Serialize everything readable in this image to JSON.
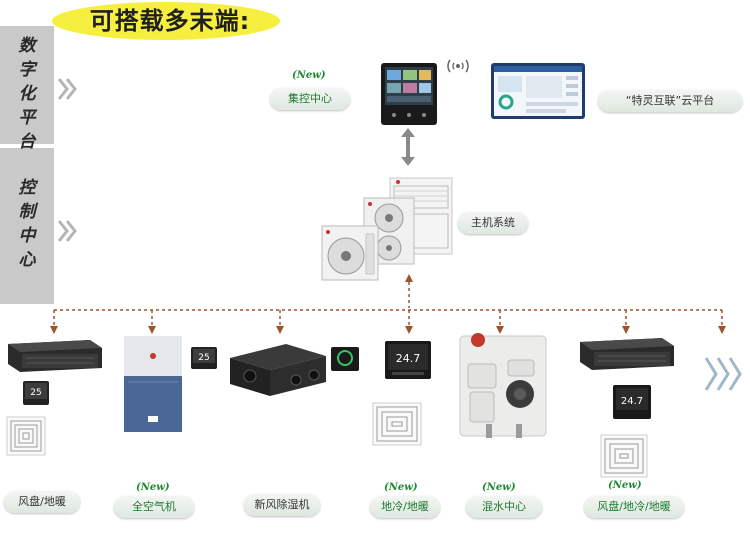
{
  "title": "可搭载多末端:",
  "side_labels": {
    "digital_platform": [
      "数",
      "字",
      "化",
      "平",
      "台"
    ],
    "control_center": [
      "控",
      "制",
      "中",
      "心"
    ]
  },
  "new_tag": "(New)",
  "central_control": "集控中心",
  "cloud_platform": "“特灵互联”云平台",
  "main_system": "主机系统",
  "terminals": [
    {
      "label": "风盘/地暖",
      "is_new": false
    },
    {
      "label": "全空气机",
      "is_new": true
    },
    {
      "label": "新风除湿机",
      "is_new": false
    },
    {
      "label": "地冷/地暖",
      "is_new": true
    },
    {
      "label": "混水中心",
      "is_new": true
    },
    {
      "label": "风盘/地冷/地暖",
      "is_new": true
    }
  ],
  "thermostat_readings": [
    "25",
    "25",
    "24.7",
    "24.7"
  ],
  "colors": {
    "highlight": "#f6ef3f",
    "side_band": "#c9c9c9",
    "accent_green": "#1d8a2e",
    "connector": "#a0522d",
    "chevron": "#b5b5b5"
  }
}
